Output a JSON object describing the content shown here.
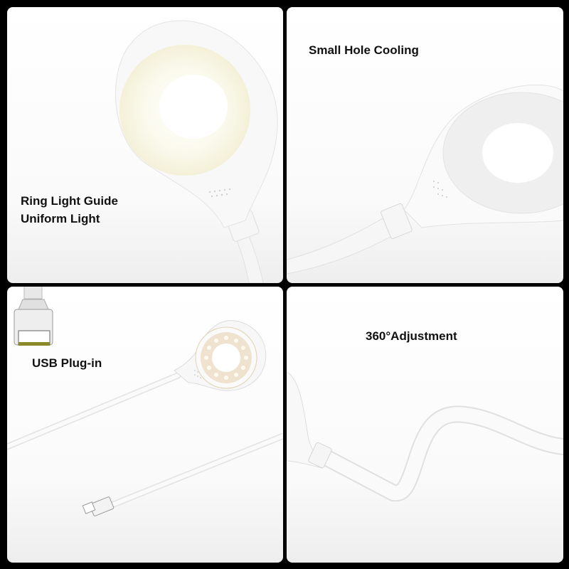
{
  "panels": [
    {
      "id": "ring-light",
      "caption_line1": "Ring Light Guide",
      "caption_line2": "Uniform Light"
    },
    {
      "id": "cooling",
      "caption": "Small Hole Cooling"
    },
    {
      "id": "usb",
      "caption": "USB Plug-in"
    },
    {
      "id": "adjustment",
      "caption": "360°Adjustment"
    }
  ],
  "colors": {
    "background": "#000000",
    "panel": "#ffffff",
    "lamp_body": "#f7f7f7",
    "warm_light": "#fbf8e8",
    "led_ring": "#efe3cf",
    "text": "#111111"
  }
}
